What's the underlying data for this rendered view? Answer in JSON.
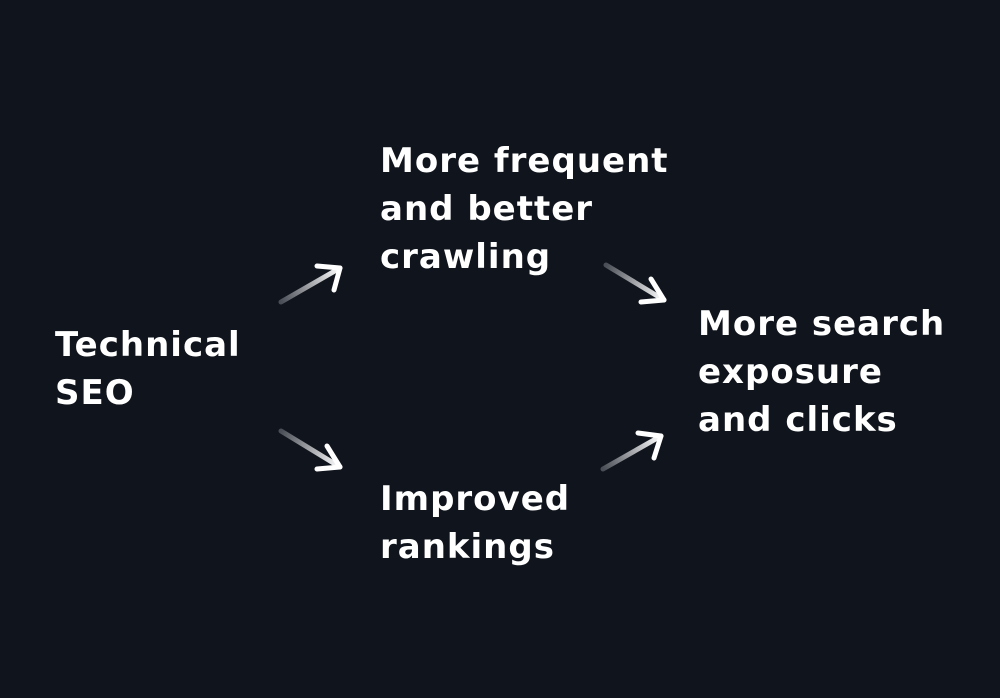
{
  "diagram": {
    "background": "#10141c",
    "text_color": "#ffffff",
    "arrow_gradient": [
      "#4a4e56",
      "#ffffff"
    ],
    "nodes": {
      "technical": {
        "lines": [
          "Technical",
          "SEO"
        ]
      },
      "crawling": {
        "lines": [
          "More frequent",
          "and better",
          "crawling"
        ]
      },
      "rankings": {
        "lines": [
          "Improved",
          "rankings"
        ]
      },
      "exposure": {
        "lines": [
          "More search",
          "exposure",
          "and clicks"
        ]
      }
    },
    "edges": [
      {
        "from": "technical",
        "to": "crawling"
      },
      {
        "from": "technical",
        "to": "rankings"
      },
      {
        "from": "crawling",
        "to": "exposure"
      },
      {
        "from": "rankings",
        "to": "exposure"
      }
    ]
  }
}
